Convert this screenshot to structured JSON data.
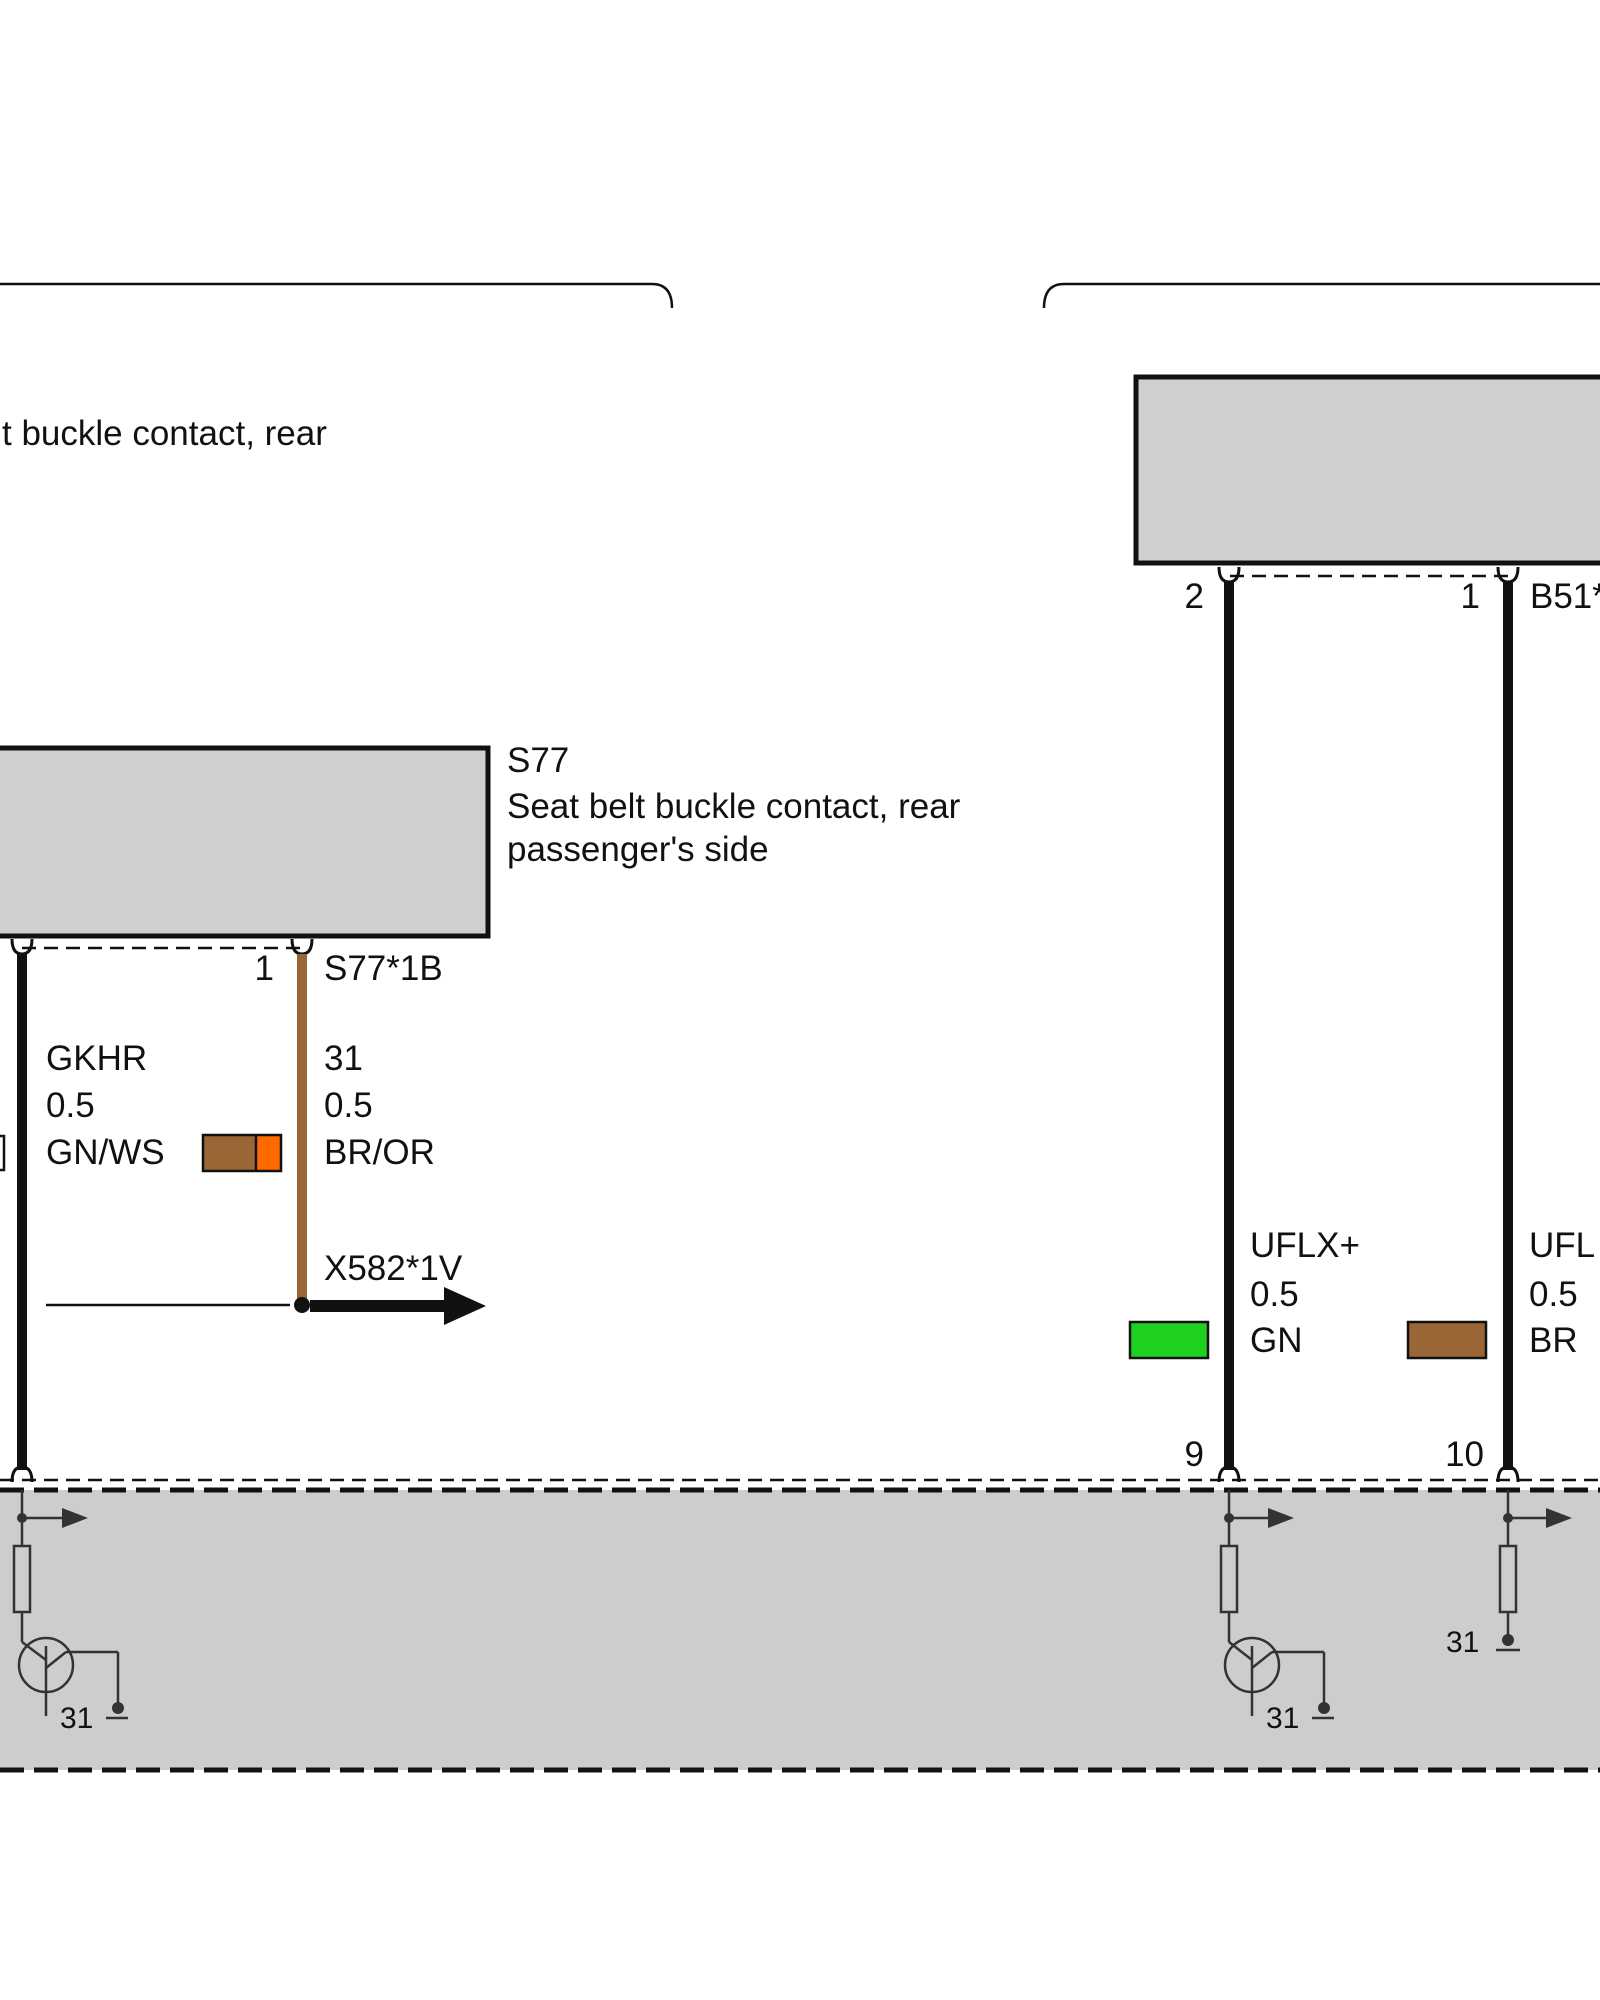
{
  "colors": {
    "wire_black": "#111111",
    "wire_brown": "#9a6636",
    "swatch_brown": "#9a6636",
    "swatch_orange": "#ff6a00",
    "swatch_green": "#1ed11e",
    "component_fill": "#cfcfcf",
    "module_fill": "#cdcdcd"
  },
  "header": {
    "left_title_fragment": "t buckle contact, rear"
  },
  "component_s77": {
    "id": "S77",
    "line1": "Seat belt buckle contact, rear",
    "line2": "passenger's side",
    "connector": "S77*1B",
    "pin": "1"
  },
  "component_b51": {
    "connector_fragment": "B51*",
    "pin_left": "2",
    "pin_right": "1"
  },
  "wires": {
    "gkhr": {
      "signal": "GKHR",
      "gauge": "0.5",
      "color_code": "GN/WS"
    },
    "ground31": {
      "signal": "31",
      "gauge": "0.5",
      "color_code": "BR/OR",
      "splice": "X582*1V"
    },
    "uflx_plus": {
      "signal": "UFLX+",
      "gauge": "0.5",
      "color_code": "GN"
    },
    "uflx_minus": {
      "signal": "UFL",
      "gauge": "0.5",
      "color_code": "BR"
    }
  },
  "module": {
    "pin_9": "9",
    "pin_10": "10",
    "ground_left": "31",
    "ground_mid": "31",
    "ground_right": "31"
  }
}
